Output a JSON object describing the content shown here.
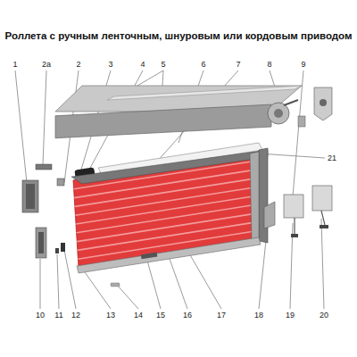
{
  "diagram": {
    "title": "Роллета с ручным ленточным, шнуровым или кордовым приводом",
    "labels": [
      "1",
      "2а",
      "2",
      "3",
      "4",
      "5",
      "6",
      "7",
      "8",
      "9",
      "21",
      "10",
      "11",
      "12",
      "13",
      "14",
      "15",
      "16",
      "17",
      "18",
      "19",
      "20"
    ]
  }
}
